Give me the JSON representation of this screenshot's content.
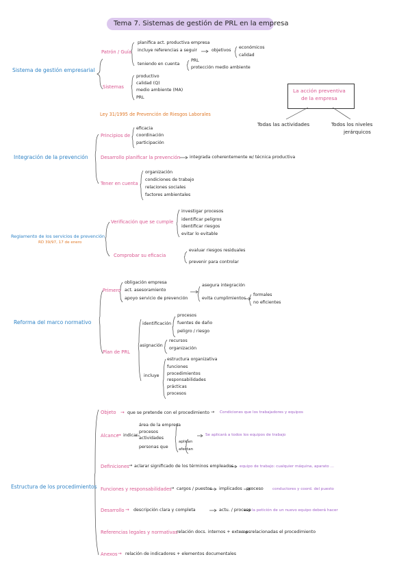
{
  "title": "Tema 7. Sistemas de gestión de PRL en la empresa",
  "sistema": {
    "head": "Sistema de gestión empresarial",
    "patron": "Patrón / Guía",
    "planifica": "planifica act. productiva empresa",
    "incluye": "incluye referencias a seguir",
    "objetivos": "objetivos",
    "economicos": "económicos",
    "calidad": "calidad",
    "teniendo": "teniendo en cuenta",
    "prl": "PRL",
    "proteccion": "protección medio ambiente",
    "sistemas": "Sistemas",
    "sis_items": [
      "productivo",
      "calidad (Q)",
      "medio ambiente (MA)",
      "PRL"
    ]
  },
  "accion": {
    "box": [
      "La acción preventiva",
      "de la empresa"
    ],
    "left": "Todas las actividades",
    "right": [
      "Todos los niveles",
      "jerárquicos"
    ]
  },
  "ley": "Ley 31/1995 de Prevención de Riesgos Laborales",
  "integracion": {
    "head": "Integración de la prevención",
    "principios": "Principios de",
    "princ_items": [
      "eficacia",
      "coordinación",
      "participación"
    ],
    "desarrollo": "Desarrollo planificar la prevención",
    "integrada": "integrada coherentemente w/ técnica productiva",
    "tener": "Tener en cuenta",
    "tener_items": [
      "organización",
      "condiciones de trabajo",
      "relaciones sociales",
      "factores ambientales"
    ]
  },
  "reglamento": {
    "head": "Reglamento de los servicios de prevención",
    "rd": "RD 39/97, 17 de enero",
    "verificacion": "Verificación que se cumple",
    "ver_items": [
      "investigar procesos",
      "identificar peligros",
      "identificar riesgos",
      "evitar lo evitable"
    ],
    "comprobar": "Comprobar su eficacia",
    "comp_items": [
      "evaluar riesgos residuales",
      "prevenir para controlar"
    ]
  },
  "reforma": {
    "head": "Reforma del marco normativo",
    "primero": "Primero",
    "prim_items": [
      "obligación empresa",
      "act. asesoramiento",
      "apoyo servicio de prevención"
    ],
    "asegura": "asegura integración",
    "evita": "evita cumplimientos",
    "formales": "formales",
    "no_eficientes": "no eficientes",
    "plan": "Plan de PRL",
    "identificacion": "identificación",
    "ident_items": [
      "procesos",
      "fuentes de daño",
      "peligro / riesgo"
    ],
    "asignacion": "asignación",
    "asig_items": [
      "recursos",
      "organización"
    ],
    "incluye": "incluye",
    "incl_items": [
      "estructura organizativa",
      "funciones",
      "procedimientos",
      "responsabilidades",
      "prácticas",
      "procesos"
    ]
  },
  "estructura": {
    "head": "Estructura de los procedimientos",
    "objeto": "Objeto",
    "objeto_txt": "que se pretende con el procedimiento",
    "objeto_ex": "Condiciones que los trabajadores y equipos",
    "alcance": "Alcance",
    "indicar": "indicar",
    "alc_items": [
      "área de la empresa",
      "procesos",
      "actividades",
      "personas que"
    ],
    "aplican": "aplican",
    "afectan": "afectan",
    "alc_ex": "Se aplicará a todos los equipos de trabajo",
    "definiciones": "Definiciones",
    "def_txt": "aclarar significado de los términos empleados",
    "def_ex": "equipo de trabajo: cualquier máquina, aparato ...",
    "funciones": "Funciones y responsabilidades",
    "fun_txt": "cargos / puestos",
    "implicados": "implicados",
    "proceso": "proceso",
    "fun_ex": "conductores y coord. del puesto",
    "desarrollo": "Desarrollo",
    "des_txt": "descripción clara y completa",
    "actu": "actu. / proceso",
    "des_ex": "la petición de un nuevo equipo deberá hacer",
    "referencias": "Referencias legales y normativas",
    "ref_txt": "relación docs. internos + externos",
    "ref_txt2": "relacionadas el procedimiento",
    "anexos": "Anexos",
    "anexos_txt": "relación de indicadores + elementos documentales"
  }
}
